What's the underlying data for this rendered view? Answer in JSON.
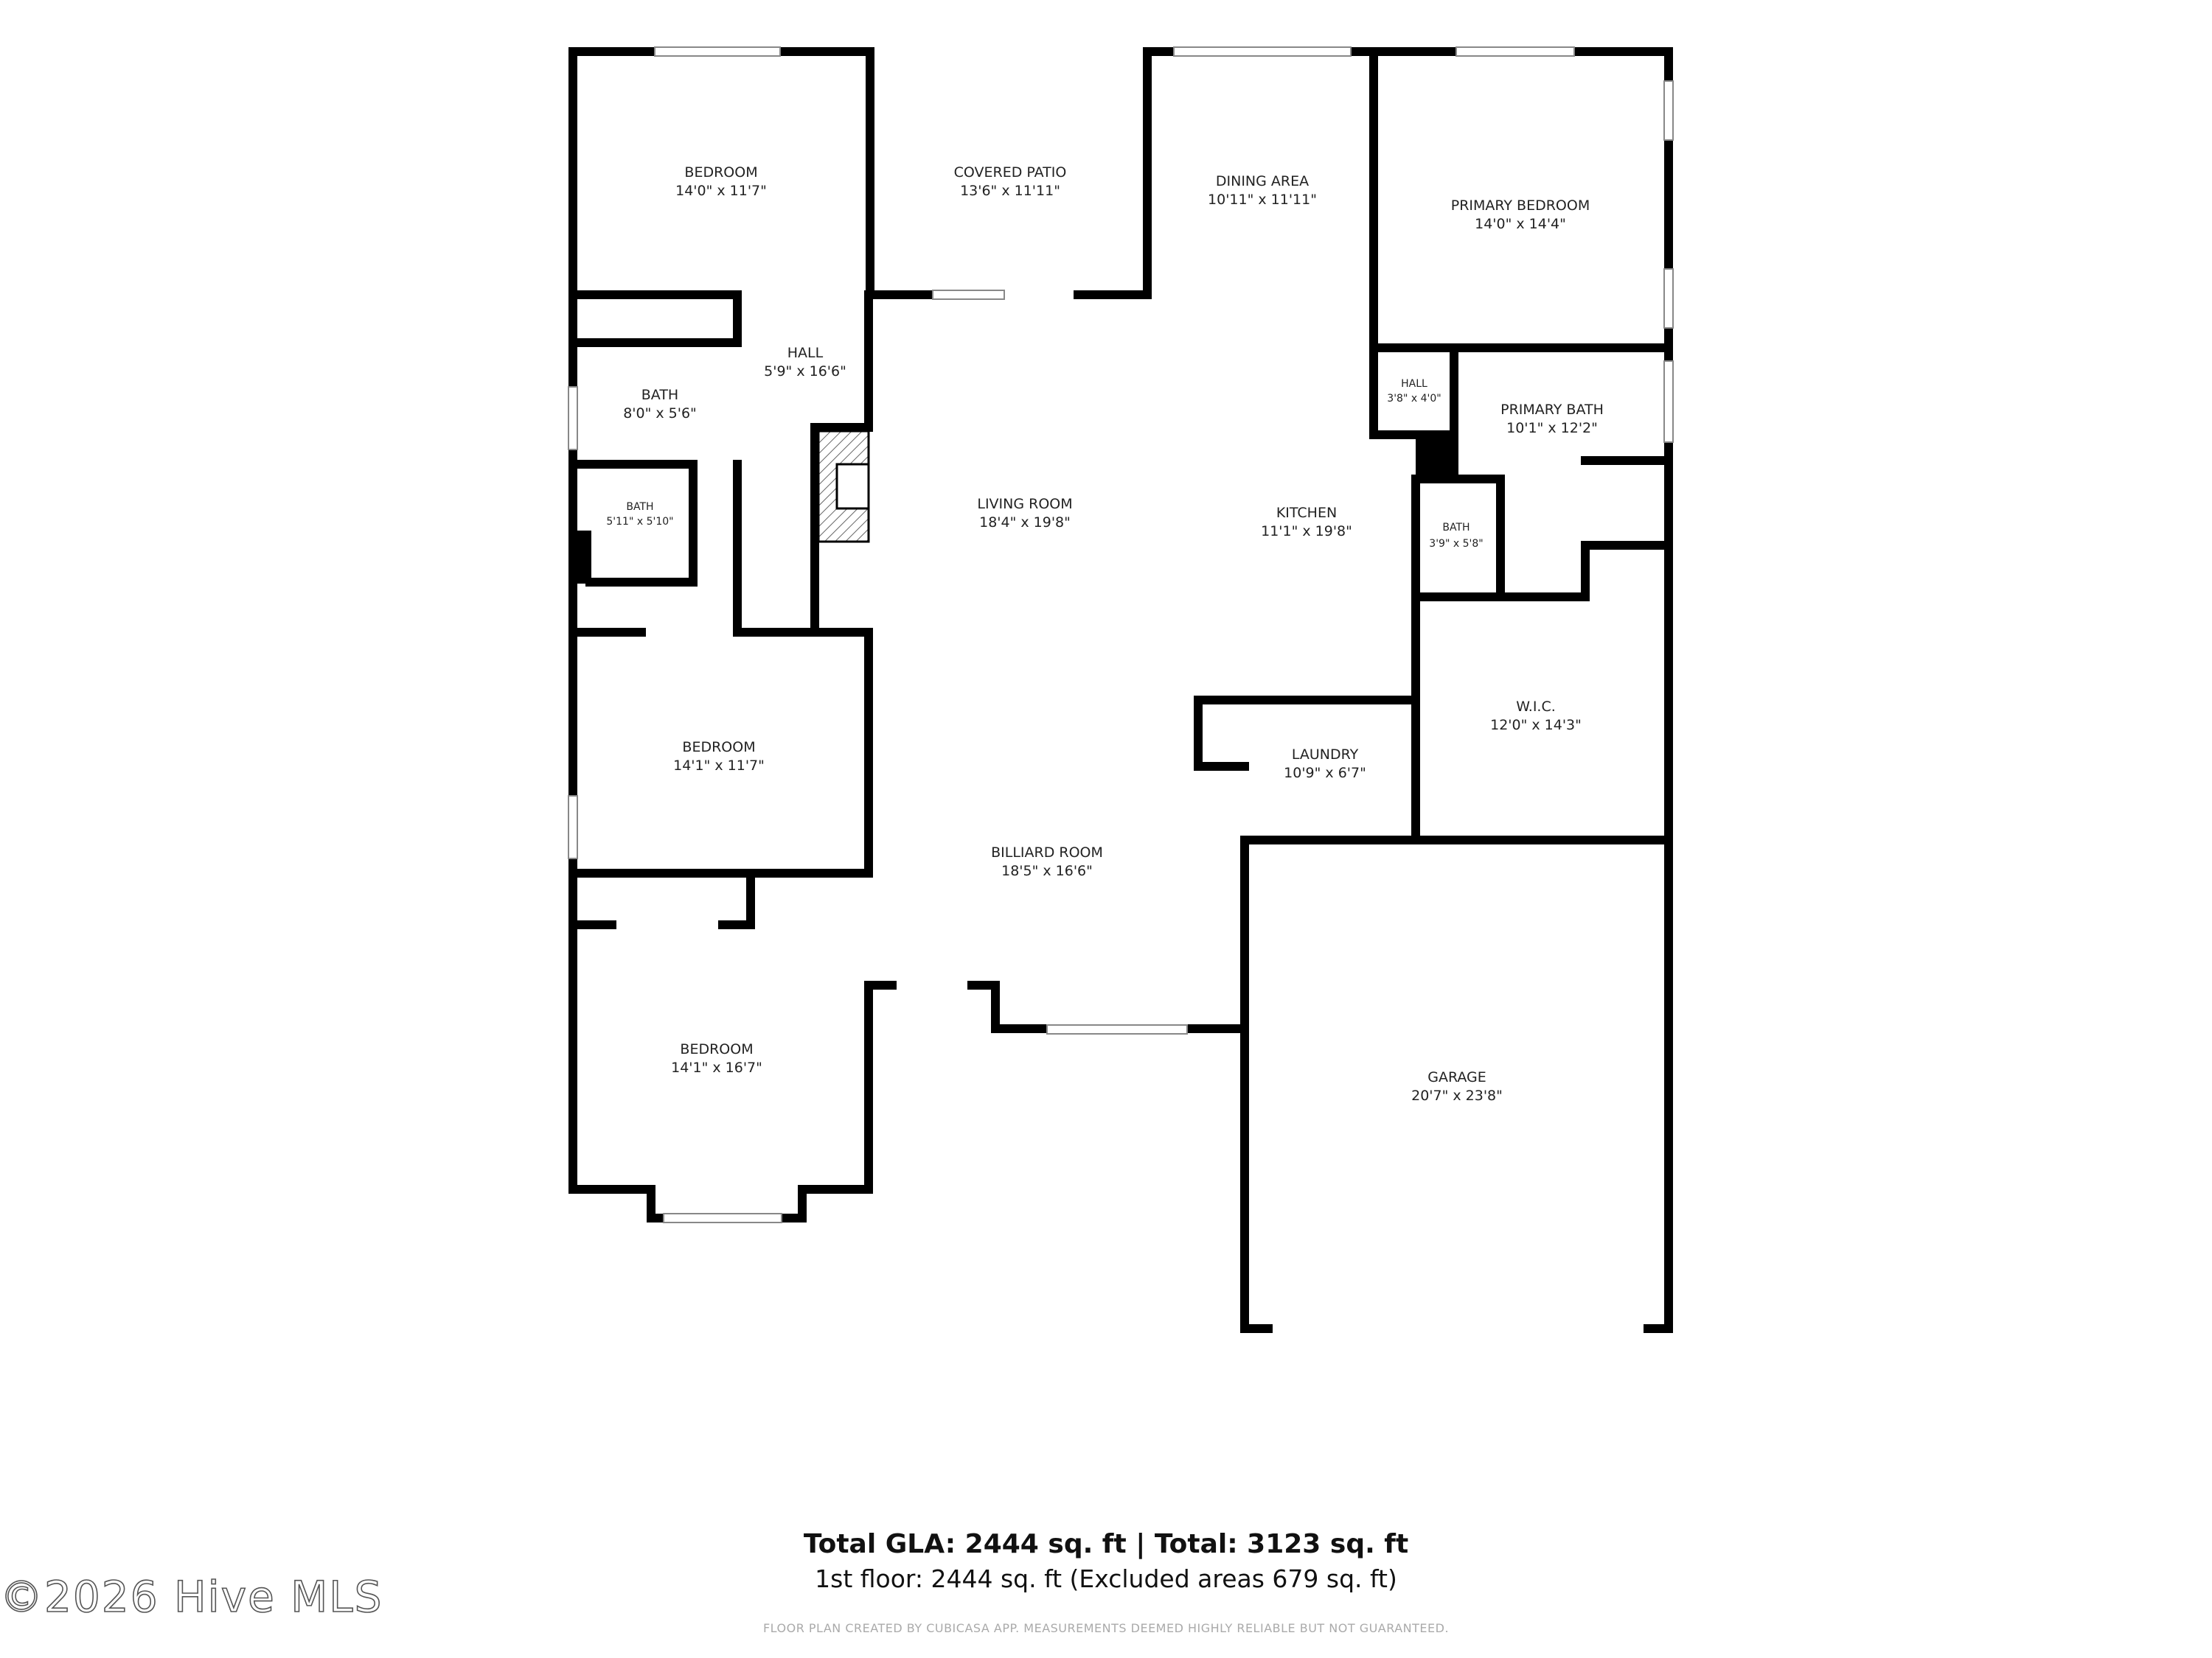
{
  "rooms": {
    "bedroom_nw": {
      "name": "BEDROOM",
      "dims": "14'0\" x 11'7\""
    },
    "covered_patio": {
      "name": "COVERED PATIO",
      "dims": "13'6\" x 11'11\""
    },
    "dining_area": {
      "name": "DINING AREA",
      "dims": "10'11\" x 11'11\""
    },
    "primary_bedroom": {
      "name": "PRIMARY BEDROOM",
      "dims": "14'0\" x 14'4\""
    },
    "hall_west": {
      "name": "HALL",
      "dims": "5'9\" x 16'6\""
    },
    "bath_upper": {
      "name": "BATH",
      "dims": "8'0\" x 5'6\""
    },
    "bath_lower": {
      "name": "BATH",
      "dims": "5'11\" x 5'10\""
    },
    "hall_east": {
      "name": "HALL",
      "dims": "3'8\" x 4'0\""
    },
    "primary_bath": {
      "name": "PRIMARY BATH",
      "dims": "10'1\" x 12'2\""
    },
    "living_room": {
      "name": "LIVING ROOM",
      "dims": "18'4\" x 19'8\""
    },
    "kitchen": {
      "name": "KITCHEN",
      "dims": "11'1\" x 19'8\""
    },
    "bath_east": {
      "name": "BATH",
      "dims": "3'9\" x 5'8\""
    },
    "wic": {
      "name": "W.I.C.",
      "dims": "12'0\" x 14'3\""
    },
    "laundry": {
      "name": "LAUNDRY",
      "dims": "10'9\" x 6'7\""
    },
    "bedroom_mid": {
      "name": "BEDROOM",
      "dims": "14'1\" x 11'7\""
    },
    "billiard_room": {
      "name": "BILLIARD ROOM",
      "dims": "18'5\" x 16'6\""
    },
    "bedroom_sw": {
      "name": "BEDROOM",
      "dims": "14'1\" x 16'7\""
    },
    "garage": {
      "name": "GARAGE",
      "dims": "20'7\" x 23'8\""
    }
  },
  "summary": {
    "total_line": "Total GLA: 2444 sq. ft | Total: 3123 sq. ft",
    "floor_line": "1st floor: 2444 sq. ft (Excluded areas 679 sq. ft)"
  },
  "disclaimer": "FLOOR PLAN CREATED BY CUBICASA APP. MEASUREMENTS DEEMED HIGHLY RELIABLE BUT NOT GUARANTEED.",
  "watermark": "©2026 Hive MLS",
  "colors": {
    "wall": "#000000",
    "window": "#bbbbbb",
    "text": "#222222"
  }
}
